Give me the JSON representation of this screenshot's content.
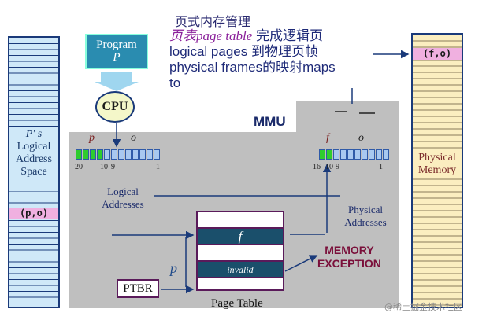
{
  "title": "页式内存管理",
  "desc": {
    "line1_italic": "页表page table",
    "line1_rest": " 完成逻辑页",
    "line2": "logical pages 到物理页帧",
    "line3": "physical frames的映射maps",
    "line4": "to"
  },
  "program": {
    "line1": "Program",
    "line2": "P"
  },
  "cpu": "CPU",
  "mmu": "MMU",
  "logical_space": {
    "title_lines": [
      "P' s",
      "Logical",
      "Address",
      "Space"
    ],
    "entry": "(p,o)"
  },
  "physical_memory": {
    "label_lines": [
      "Physical",
      "Memory"
    ],
    "entry": "(f,o)"
  },
  "logical_addr": {
    "p": "p",
    "o": "o",
    "ticks": [
      "20",
      "10",
      "9",
      "1"
    ],
    "label_lines": [
      "Logical",
      "Addresses"
    ]
  },
  "physical_addr": {
    "f": "f",
    "o": "o",
    "ticks": [
      "16",
      "10",
      "9",
      "1"
    ],
    "label_lines": [
      "Physical",
      "Addresses"
    ]
  },
  "page_table": {
    "f": "f",
    "invalid": "invalid",
    "caption": "Page Table",
    "p": "p"
  },
  "ptbr": "PTBR",
  "exception": [
    "MEMORY",
    "EXCEPTION"
  ],
  "watermark": "@稀土掘金技术社区",
  "colors": {
    "column_fill": "#cfe8f8",
    "column_border": "#1a3a7a",
    "highlight": "#f0b0e0",
    "bit_green": "#2ecc2e",
    "bit_blue": "#a8c8f0",
    "mmu_gray": "#bfbfbf",
    "program_box": "#2a8cb0",
    "page_table_row": "#1a4f6b",
    "exception_text": "#7a0f3a"
  }
}
